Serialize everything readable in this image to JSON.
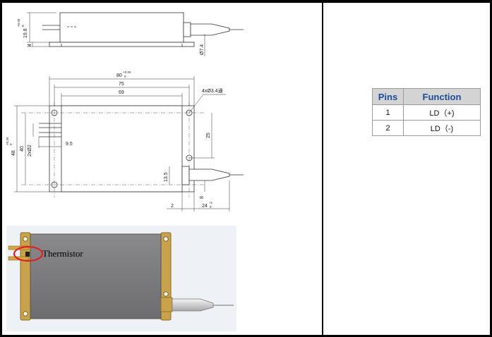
{
  "drawing": {
    "side_view": {
      "height_dim": "19.8",
      "height_tol_top": "+0.50",
      "height_tol_bottom": "0",
      "flange_dim": "4",
      "fiber_dim": "Ø7.4"
    },
    "top_view": {
      "overall_length": "80",
      "overall_length_tol_top": "+0.20",
      "overall_length_tol_bottom": "0",
      "hole_spacing": "75",
      "body_length": "69",
      "hole_callout": "4xØ3.4通",
      "overall_width": "48",
      "overall_width_tol_top": "+0.20",
      "overall_width_tol_bottom": "0",
      "hole_width_spacing": "40",
      "pin_diameter": "2xØ2",
      "pin_offset": "9.5",
      "right_hole_dim": "25",
      "fiber_height": "13.5",
      "fiber_bottom": "8",
      "flange_thickness": "2",
      "fiber_length": "24",
      "fiber_length_tol_top": "+1",
      "fiber_length_tol_bottom": "0"
    }
  },
  "photo": {
    "label": "Thermistor"
  },
  "pin_table": {
    "headers": {
      "pins": "Pins",
      "function": "Function"
    },
    "rows": [
      {
        "pin": "1",
        "function": "LD（+)"
      },
      {
        "pin": "2",
        "function": "LD（-)"
      }
    ]
  },
  "colors": {
    "table_header_text": "#1d4a9c",
    "table_header_bg": "#d4d4d4",
    "module_body": "#7b7b7d",
    "flange": "#c9a24a",
    "highlight_circle": "#e02020"
  }
}
